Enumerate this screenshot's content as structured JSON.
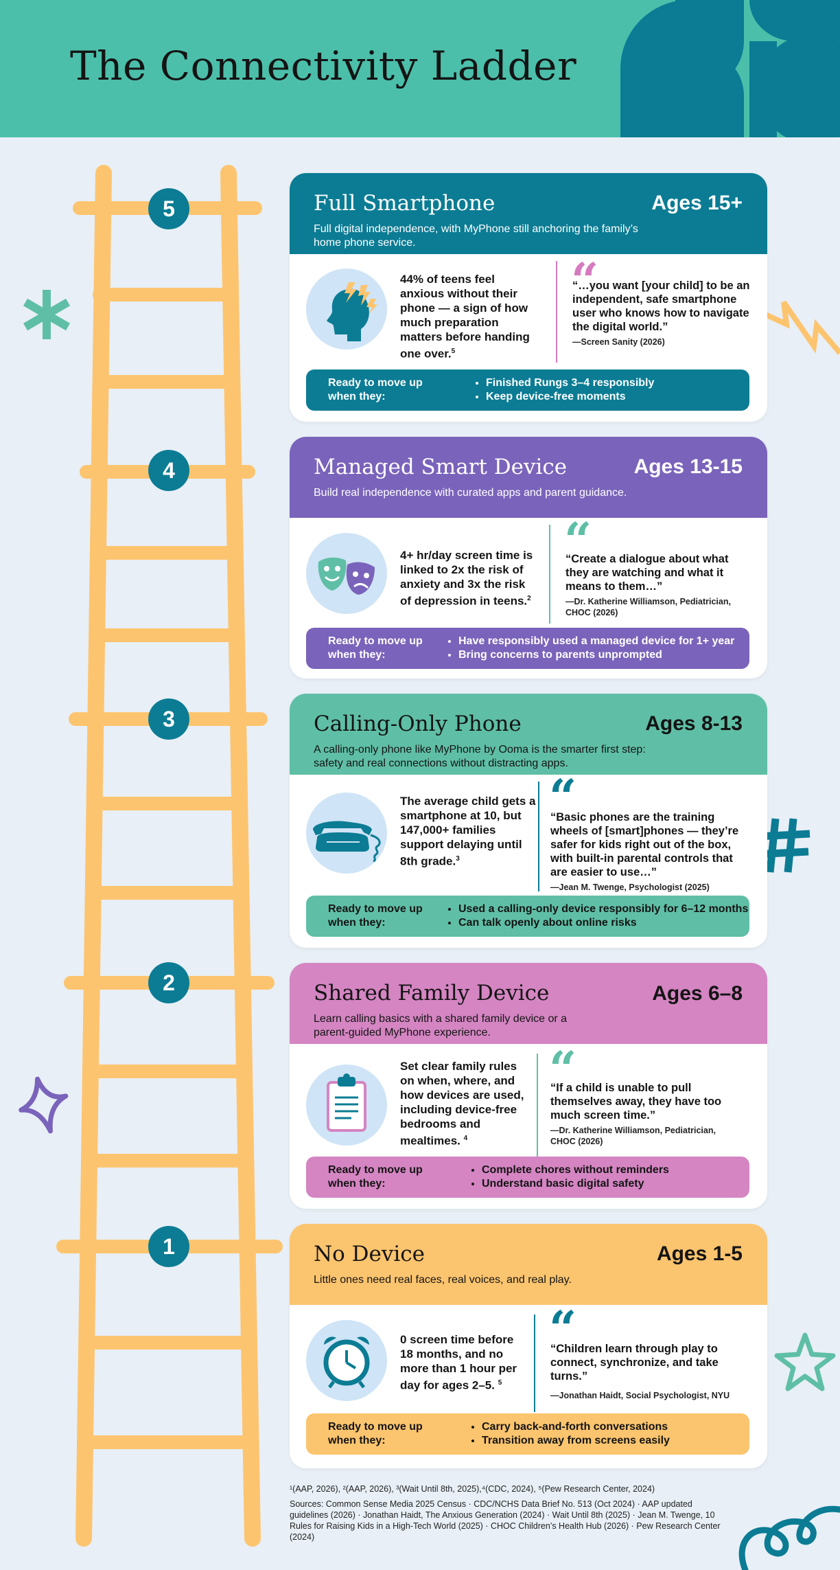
{
  "title": "The Connectivity Ladder",
  "rungs": [
    {
      "number": "5",
      "title": "Full Smartphone",
      "age": "Ages 15+",
      "subtitle": "Full digital independence, with MyPhone still anchoring the family’s home phone service.",
      "icon": "anxious-head-icon",
      "stat": "44% of teens feel anxious without their phone — a sign of how much preparation matters before handing one over.",
      "stat_ref": "5",
      "quote": "“…you want [your child] to be an independent, safe smartphone user who knows how to navigate the digital world.”",
      "quote_source": "—Screen Sanity (2026)",
      "ready_label": "Ready to move up when they:",
      "ready_items": [
        "Finished Rungs 3–4 responsibly",
        "Keep device-free moments"
      ],
      "colors": {
        "header": "#0b7c94",
        "accent": "#d67bbf",
        "ready": "#0b7c94",
        "ready_text": "#ffffff"
      }
    },
    {
      "number": "4",
      "title": "Managed Smart Device",
      "age": "Ages 13-15",
      "subtitle": "Build real independence with curated apps and parent guidance.",
      "icon": "theater-masks-icon",
      "stat": "4+ hr/day screen time is linked to 2x the risk of anxiety and 3x the risk of depression in teens.",
      "stat_ref": "2",
      "quote": "“Create a dialogue about what they are watching and what it means to them…”",
      "quote_source": "—Dr. Katherine Williamson, Pediatrician, CHOC (2026)",
      "ready_label": "Ready to move up when they:",
      "ready_items": [
        "Have responsibly used a managed device for 1+ year",
        "Bring concerns to parents unprompted"
      ],
      "colors": {
        "header": "#7a63bb",
        "accent": "#5fbfa6",
        "ready": "#7a63bb",
        "ready_text": "#ffffff"
      }
    },
    {
      "number": "3",
      "title": "Calling-Only Phone",
      "age": "Ages 8-13",
      "subtitle": "A calling-only phone like MyPhone by Ooma is the smarter first step: safety and real connections without distracting apps.",
      "icon": "landline-phone-icon",
      "stat": "The average child gets a smartphone at 10, but 147,000+ families support delaying until 8th grade.",
      "stat_ref": "3",
      "quote": "“Basic phones are the training wheels of [smart]phones — they’re safer for kids right out of the box, with built-in parental controls that are easier to use…”",
      "quote_source": "—Jean M. Twenge, Psychologist (2025)",
      "ready_label": "Ready to move up when they:",
      "ready_items": [
        "Used a calling-only device responsibly for 6–12 months",
        "Can talk openly about online risks"
      ],
      "colors": {
        "header": "#5fbfa6",
        "accent": "#0b7c94",
        "ready": "#5fbfa6",
        "ready_text": "#141414"
      }
    },
    {
      "number": "2",
      "title": "Shared Family Device",
      "age": "Ages 6–8",
      "subtitle": "Learn calling basics with a shared family device or a parent-guided MyPhone experience.",
      "icon": "clipboard-icon",
      "stat": "Set clear family rules on when, where, and how devices are used, including device-free bedrooms and mealtimes.",
      "stat_ref": "4",
      "quote": "“If a child is unable to pull themselves away, they have too much screen time.”",
      "quote_source": "—Dr. Katherine Williamson, Pediatrician, CHOC (2026)",
      "ready_label": "Ready to move up when they:",
      "ready_items": [
        "Complete chores without reminders",
        "Understand basic digital safety"
      ],
      "colors": {
        "header": "#d485c2",
        "accent": "#5fbfa6",
        "ready": "#d485c2",
        "ready_text": "#141414"
      }
    },
    {
      "number": "1",
      "title": "No Device",
      "age": "Ages 1-5",
      "subtitle": "Little ones need real faces, real voices, and real play.",
      "icon": "alarm-clock-icon",
      "stat": "0 screen time before 18 months, and no more than 1 hour per day for ages 2–5.",
      "stat_ref": "5",
      "quote": "“Children learn through play to connect, synchronize, and take turns.”",
      "quote_source": "—Jonathan Haidt, Social Psychologist, NYU",
      "ready_label": "Ready to move up when they:",
      "ready_items": [
        "Carry back-and-forth conversations",
        "Transition away from screens easily"
      ],
      "colors": {
        "header": "#fbc46e",
        "accent": "#0b7c94",
        "ready": "#fbc46e",
        "ready_text": "#141414"
      }
    }
  ],
  "footnotes": {
    "refs": "¹(AAP, 2026), ²(AAP, 2026), ³(Wait Until 8th, 2025),⁴(CDC, 2024), ⁵(Pew Research Center, 2024)",
    "sources": "Sources: Common Sense Media 2025 Census · CDC/NCHS Data Brief No. 513 (Oct 2024) · AAP updated guidelines (2026) · Jonathan Haidt, The Anxious Generation (2024) · Wait Until 8th (2025) · Jean M. Twenge, 10 Rules for Raising Kids in a High-Tech World (2025) · CHOC Children’s Health Hub (2026) · Pew Research Center (2024)"
  },
  "colors": {
    "header_bg": "#4bbfaa",
    "page_bg": "#e8eff6",
    "ladder": "#fdc46f",
    "rung_badge": "#0b7c94"
  }
}
